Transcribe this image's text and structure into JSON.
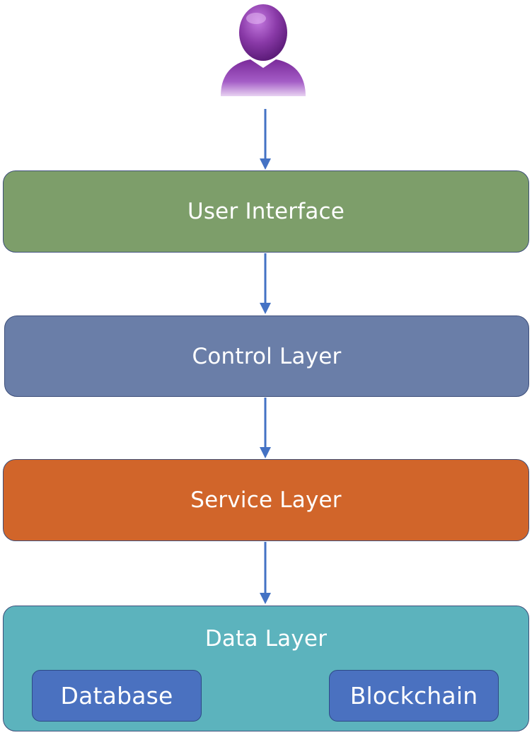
{
  "diagram": {
    "actor_icon": "user-person-icon",
    "layers": {
      "user_interface": "User Interface",
      "control": "Control Layer",
      "service": "Service Layer",
      "data": "Data Layer"
    },
    "data_components": {
      "database": "Database",
      "blockchain": "Blockchain"
    },
    "colors": {
      "user_interface": "#7d9e6a",
      "control": "#6a7ea8",
      "service": "#d1652a",
      "data": "#5cb3bd",
      "component": "#4a71c0",
      "arrow": "#4472c4",
      "actor": "#8a3aa8"
    }
  }
}
